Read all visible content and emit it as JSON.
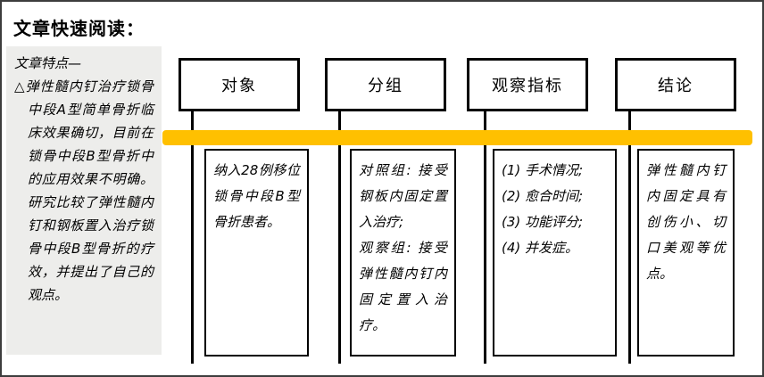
{
  "page": {
    "title": "文章快速阅读："
  },
  "sidebar": {
    "heading": "文章特点—",
    "note": "△弹性髓内钉治疗锁骨中段A型简单骨折临床效果确切，目前在锁骨中段B型骨折中的应用效果不明确。研究比较了弹性髓内钉和钢板置入治疗锁骨中段B型骨折的疗效，并提出了自己的观点。"
  },
  "columns": [
    {
      "header": "对象",
      "content": "纳入28例移位锁骨中段B型骨折患者。"
    },
    {
      "header": "分组",
      "content": "对照组: 接受钢板内固定置入治疗;\n观察组: 接受弹性髓内钉内固定置入治疗。"
    },
    {
      "header": "观察指标",
      "content": "(1) 手术情况;\n(2) 愈合时间;\n(3) 功能评分;\n(4) 并发症。"
    },
    {
      "header": "结论",
      "content": "弹性髓内钉内固定具有创伤小、切口美观等优点。"
    }
  ],
  "colors": {
    "band": "#FFC000",
    "sidebar_bg": "#EDEDEB",
    "box_border": "#000000"
  }
}
